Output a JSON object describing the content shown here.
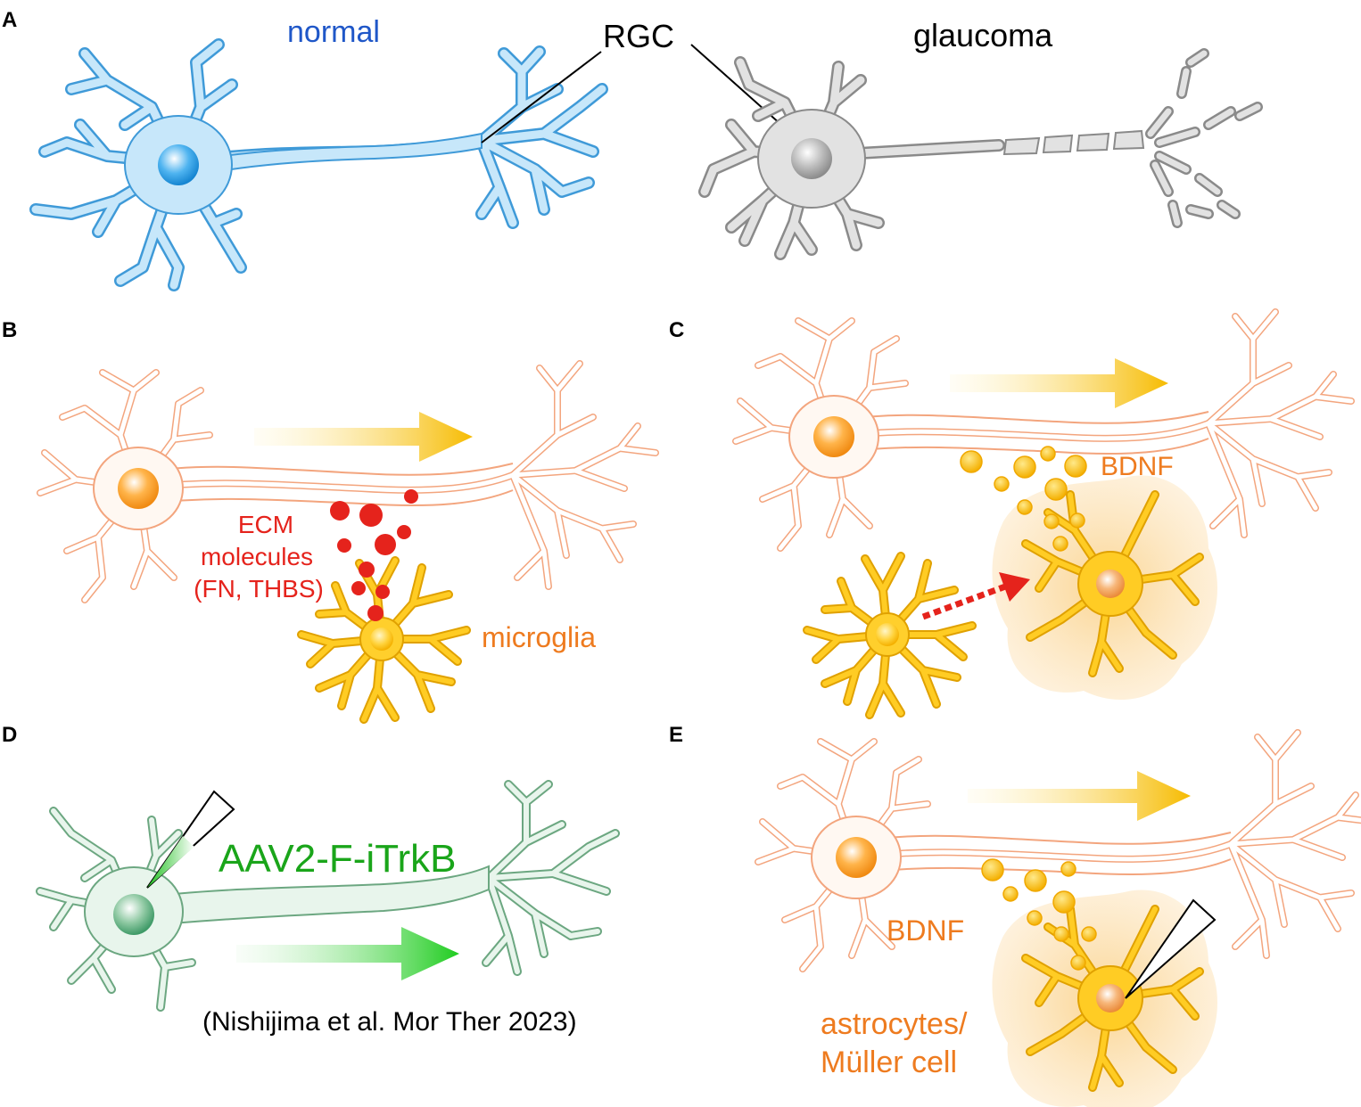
{
  "panels": {
    "A": {
      "letter": "A",
      "normal_label": "normal",
      "rgc_label": "RGC",
      "glaucoma_label": "glaucoma"
    },
    "B": {
      "letter": "B",
      "ecm_line1": "ECM",
      "ecm_line2": "molecules",
      "ecm_line3": "(FN, THBS)",
      "microglia_label": "microglia"
    },
    "C": {
      "letter": "C",
      "bdnf_label": "BDNF"
    },
    "D": {
      "letter": "D",
      "vector_label": "AAV2-F-iTrkB",
      "citation": "(Nishijima et al. Mor Ther 2023)"
    },
    "E": {
      "letter": "E",
      "bdnf_label": "BDNF",
      "glia_line1": "astrocytes/",
      "glia_line2": "Müller cell"
    }
  },
  "colors": {
    "normal_blue": "#1f57c8",
    "neuron_blue": "#4aa3df",
    "glaucoma_gray": "#9a9a9a",
    "rgc_outline_orange": "#f3a57e",
    "ecm_red": "#e5231c",
    "glia_yellow": "#f6b400",
    "label_orange": "#ee7b1f",
    "iTrkB_green": "#1aa51a",
    "neuron_green": "#6ca781"
  },
  "icons": [
    "pipette-icon",
    "transport-arrow-icon",
    "migration-arrow-icon"
  ]
}
